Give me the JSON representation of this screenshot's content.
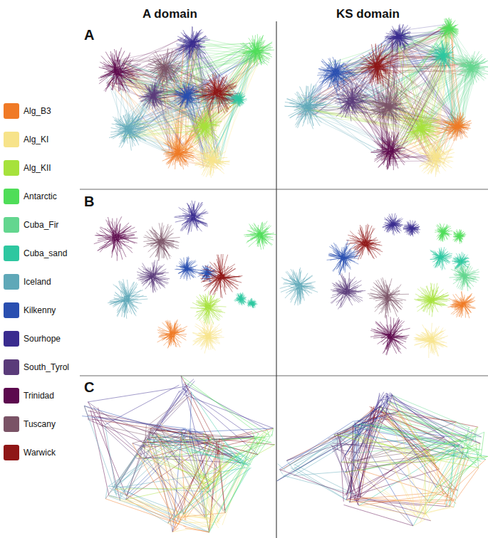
{
  "diagram": {
    "labels": [
      "A domain",
      "KS domain",
      "A",
      "B",
      "C"
    ],
    "legend": [
      {
        "text": "Alg_B3",
        "color": "#f07a26"
      },
      {
        "text": "Alg_KI",
        "color": "#f7e38a"
      },
      {
        "text": "Alg_KII",
        "color": "#a6e23c"
      },
      {
        "text": "Antarctic",
        "color": "#4fdd58"
      },
      {
        "text": "Cuba_Fir",
        "color": "#63d68f"
      },
      {
        "text": "Cuba_sand",
        "color": "#2ec7a0"
      },
      {
        "text": "Iceland",
        "color": "#5fa8b8"
      },
      {
        "text": "Kilkenny",
        "color": "#2a4fb0"
      },
      {
        "text": "Sourhope",
        "color": "#3a2c8f"
      },
      {
        "text": "South_Tyrol",
        "color": "#5a3b7a"
      },
      {
        "text": "Trinidad",
        "color": "#5c0a4e"
      },
      {
        "text": "Tuscany",
        "color": "#7a5366"
      },
      {
        "text": "Warwick",
        "color": "#8f1616"
      }
    ]
  }
}
